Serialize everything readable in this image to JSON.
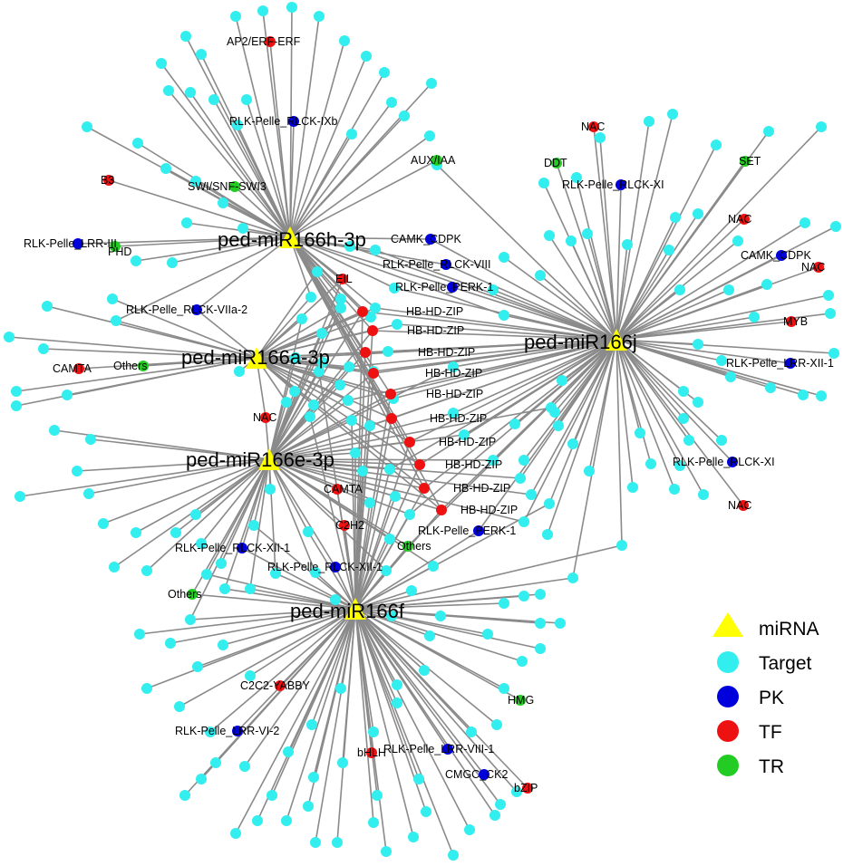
{
  "colors": {
    "miRNA": "#ffff00",
    "Target": "#33eeee",
    "PK": "#0000dd",
    "TF": "#ee1111",
    "TR": "#22cc22",
    "edge": "#8a8a8a"
  },
  "legend": [
    {
      "label": "miRNA",
      "shape": "triangle",
      "color": "#ffff00"
    },
    {
      "label": "Target",
      "shape": "circle",
      "color": "#33eeee"
    },
    {
      "label": "PK",
      "shape": "circle",
      "color": "#0000dd"
    },
    {
      "label": "TF",
      "shape": "circle",
      "color": "#ee1111"
    },
    {
      "label": "TR",
      "shape": "circle",
      "color": "#22cc22"
    }
  ],
  "mirnas": [
    {
      "id": "h",
      "label": "ped-miR166h-3p"
    },
    {
      "id": "a",
      "label": "ped-miR166a-3p"
    },
    {
      "id": "e",
      "label": "ped-miR166e-3p"
    },
    {
      "id": "f",
      "label": "ped-miR166f"
    },
    {
      "id": "j",
      "label": "ped-miR166j"
    }
  ],
  "labeled_targets": [
    {
      "label": "AP2/ERF-ERF",
      "type": "TF",
      "to": [
        "h"
      ]
    },
    {
      "label": "RLK-Pelle_RLCK-IXb",
      "type": "PK",
      "to": [
        "h"
      ]
    },
    {
      "label": "B3",
      "type": "TF",
      "to": [
        "h"
      ]
    },
    {
      "label": "SWI/SNF-SWI3",
      "type": "TR",
      "to": [
        "h"
      ]
    },
    {
      "label": "RLK-Pelle_LRR-III",
      "type": "PK",
      "to": [
        "h"
      ]
    },
    {
      "label": "PHD",
      "type": "TR",
      "to": [
        "h"
      ]
    },
    {
      "label": "AUX/IAA",
      "type": "TR",
      "to": [
        "h"
      ]
    },
    {
      "label": "CAMK_CDPK",
      "type": "PK",
      "to": [
        "h",
        "j"
      ]
    },
    {
      "label": "RLK-Pelle_RLCK-VIII",
      "type": "PK",
      "to": [
        "h",
        "j"
      ]
    },
    {
      "label": "EIL",
      "type": "TF",
      "to": [
        "h",
        "a",
        "e"
      ]
    },
    {
      "label": "RLK-Pelle_PERK-1",
      "type": "PK",
      "to": [
        "h",
        "j"
      ]
    },
    {
      "label": "RLK-Pelle_RLCK-VIIa-2",
      "type": "PK",
      "to": [
        "h",
        "a"
      ]
    },
    {
      "label": "CAMTA",
      "type": "TF",
      "to": [
        "a"
      ]
    },
    {
      "label": "Others",
      "type": "TR",
      "to": [
        "a"
      ]
    },
    {
      "label": "HB-HD-ZIP",
      "type": "TF",
      "to": [
        "h",
        "a",
        "e",
        "f",
        "j"
      ]
    },
    {
      "label": "HB-HD-ZIP",
      "type": "TF",
      "to": [
        "h",
        "a",
        "e",
        "f",
        "j"
      ]
    },
    {
      "label": "HB-HD-ZIP",
      "type": "TF",
      "to": [
        "h",
        "a",
        "e",
        "f",
        "j"
      ]
    },
    {
      "label": "HB-HD-ZIP",
      "type": "TF",
      "to": [
        "h",
        "a",
        "e",
        "f",
        "j"
      ]
    },
    {
      "label": "HB-HD-ZIP",
      "type": "TF",
      "to": [
        "h",
        "a",
        "e",
        "f",
        "j"
      ]
    },
    {
      "label": "HB-HD-ZIP",
      "type": "TF",
      "to": [
        "h",
        "a",
        "e",
        "f",
        "j"
      ]
    },
    {
      "label": "HB-HD-ZIP",
      "type": "TF",
      "to": [
        "h",
        "a",
        "e",
        "f",
        "j"
      ]
    },
    {
      "label": "HB-HD-ZIP",
      "type": "TF",
      "to": [
        "h",
        "a",
        "e",
        "f",
        "j"
      ]
    },
    {
      "label": "HB-HD-ZIP",
      "type": "TF",
      "to": [
        "h",
        "a",
        "e",
        "f",
        "j"
      ]
    },
    {
      "label": "HB-HD-ZIP",
      "type": "TF",
      "to": [
        "h",
        "a",
        "e",
        "f",
        "j"
      ]
    },
    {
      "label": "NAC",
      "type": "TF",
      "to": [
        "a",
        "e"
      ]
    },
    {
      "label": "CAMTA",
      "type": "TF",
      "to": [
        "e",
        "f"
      ]
    },
    {
      "label": "C2H2",
      "type": "TF",
      "to": [
        "e",
        "f"
      ]
    },
    {
      "label": "RLK-Pelle_RLCK-XII-1",
      "type": "PK",
      "to": [
        "e",
        "f"
      ]
    },
    {
      "label": "RLK-Pelle_RLCK-XII-1",
      "type": "PK",
      "to": [
        "e",
        "f"
      ]
    },
    {
      "label": "Others",
      "type": "TR",
      "to": [
        "e",
        "f"
      ]
    },
    {
      "label": "Others",
      "type": "TR",
      "to": [
        "e",
        "f",
        "j"
      ]
    },
    {
      "label": "RLK-Pelle_PERK-1",
      "type": "PK",
      "to": [
        "f",
        "j"
      ]
    },
    {
      "label": "C2C2-YABBY",
      "type": "TF",
      "to": [
        "f"
      ]
    },
    {
      "label": "RLK-Pelle_LRR-VI-2",
      "type": "PK",
      "to": [
        "f"
      ]
    },
    {
      "label": "bHLH",
      "type": "TF",
      "to": [
        "f"
      ]
    },
    {
      "label": "RLK-Pelle_LRR-VIII-1",
      "type": "PK",
      "to": [
        "f"
      ]
    },
    {
      "label": "HMG",
      "type": "TR",
      "to": [
        "f"
      ]
    },
    {
      "label": "CMGC_CK2",
      "type": "PK",
      "to": [
        "f"
      ]
    },
    {
      "label": "bZIP",
      "type": "TF",
      "to": [
        "f"
      ]
    },
    {
      "label": "NAC",
      "type": "TF",
      "to": [
        "j"
      ]
    },
    {
      "label": "DDT",
      "type": "TR",
      "to": [
        "j"
      ]
    },
    {
      "label": "RLK-Pelle_RLCK-XI",
      "type": "PK",
      "to": [
        "j"
      ]
    },
    {
      "label": "SET",
      "type": "TR",
      "to": [
        "j"
      ]
    },
    {
      "label": "NAC",
      "type": "TF",
      "to": [
        "j"
      ]
    },
    {
      "label": "CAMK_CDPK",
      "type": "PK",
      "to": [
        "j"
      ]
    },
    {
      "label": "NAC",
      "type": "TF",
      "to": [
        "j"
      ]
    },
    {
      "label": "MYB",
      "type": "TF",
      "to": [
        "j"
      ]
    },
    {
      "label": "RLK-Pelle_LRR-XII-1",
      "type": "PK",
      "to": [
        "j"
      ]
    },
    {
      "label": "RLK-Pelle_RLCK-XI",
      "type": "PK",
      "to": [
        "j"
      ]
    },
    {
      "label": "NAC",
      "type": "TF",
      "to": [
        "j"
      ]
    }
  ]
}
